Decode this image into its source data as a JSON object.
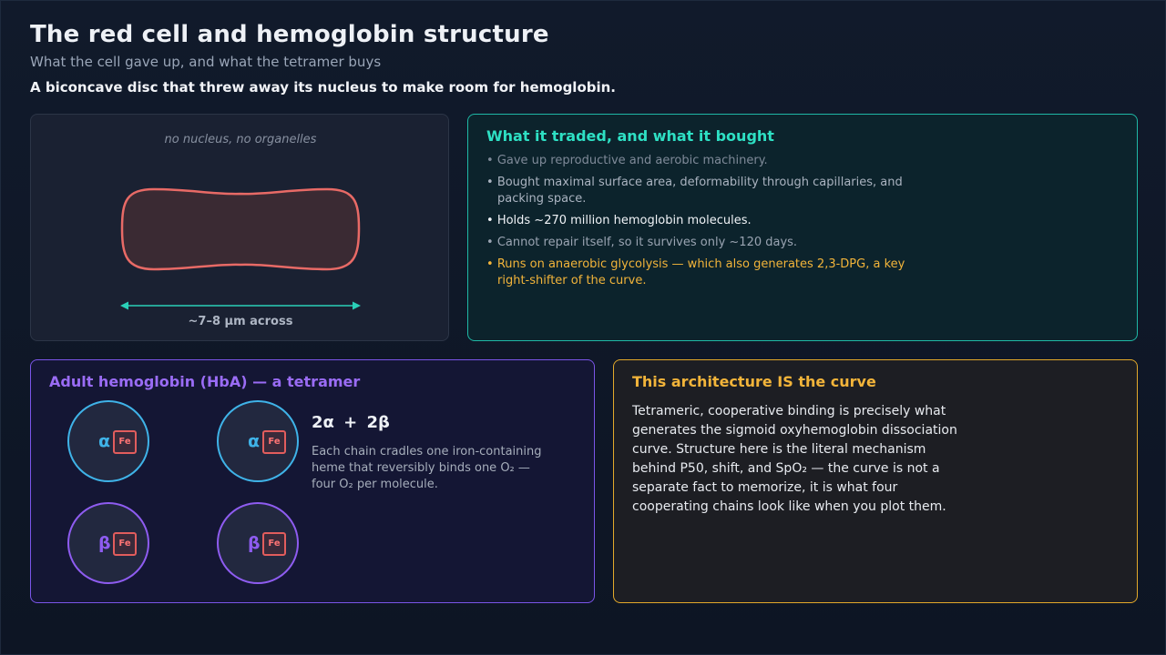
{
  "header": {
    "title": "The red cell and hemoglobin structure",
    "subtitle": "What the cell gave up, and what the tetramer buys",
    "lead": "A biconcave disc that threw away its nucleus to make room for hemoglobin."
  },
  "cell_panel": {
    "note": "no nucleus, no organelles",
    "caption": "~7–8 µm across",
    "colors": {
      "membrane": "#e86a66",
      "fill": "#3a2a33",
      "arrow": "#2ad0b8"
    }
  },
  "trade_panel": {
    "heading": "What it traded, and what it bought",
    "bullets": [
      "Gave up reproductive and aerobic machinery.",
      "Bought maximal surface area, deformability through capillaries, and packing space.",
      "Holds ~270 million hemoglobin molecules.",
      "Cannot repair itself, so it survives only ~120 days.",
      "Runs on anaerobic glycolysis — which also generates 2,3-DPG, a key right-shifter of the curve."
    ]
  },
  "hb_panel": {
    "heading": "Adult hemoglobin (HbA) — a tetramer",
    "chains": [
      {
        "label": "α",
        "heme": "Fe"
      },
      {
        "label": "α",
        "heme": "Fe"
      },
      {
        "label": "β",
        "heme": "Fe"
      },
      {
        "label": "β",
        "heme": "Fe"
      }
    ],
    "formula": "2α + 2β",
    "description": "Each chain cradles one iron-containing heme that reversibly binds one O₂ — four O₂ per molecule.",
    "colors": {
      "alpha": "#3fb3e8",
      "beta": "#8e5cf0",
      "heme": "#e25d5d"
    }
  },
  "curve_panel": {
    "heading": "This architecture IS the curve",
    "body": "Tetrameric, cooperative binding is precisely what generates the sigmoid oxyhemoglobin dissociation curve. Structure here is the literal mechanism behind P50, shift, and SpO₂ — the curve is not a separate fact to memorize, it is what four cooperating chains look like when you plot them."
  }
}
